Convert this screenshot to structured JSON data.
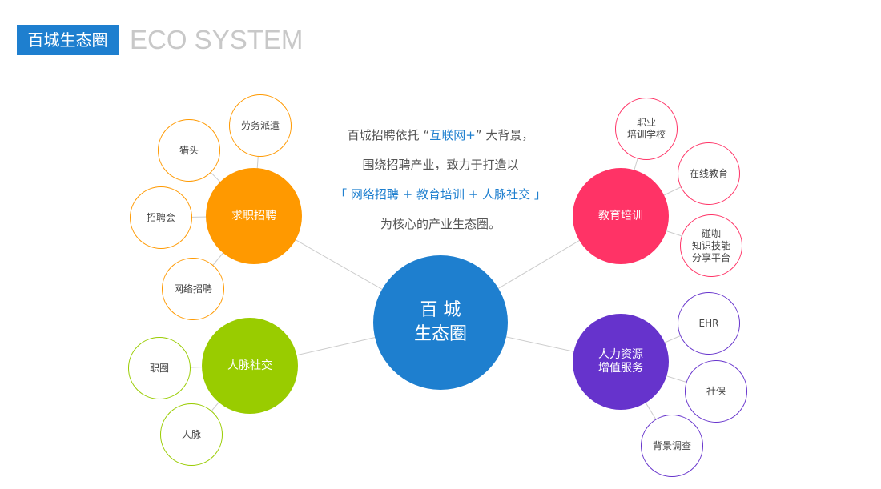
{
  "header": {
    "title_cn": "百城生态圈",
    "title_en": "ECO SYSTEM"
  },
  "intro": {
    "line1_pre": "百城招聘依托 “",
    "line1_hl": "互联网+",
    "line1_post": "” 大背景，",
    "line2": "围绕招聘产业，致力于打造以",
    "line3": "「 网络招聘 + 教育培训 + 人脉社交 」",
    "line4": "为核心的产业生态圈。"
  },
  "center": {
    "line1": "百 城",
    "line2": "生态圈",
    "color": "#1e7fcf"
  },
  "hubs": [
    {
      "label": "求职招聘",
      "color": "#ff9900",
      "children": [
        "劳务派遣",
        "猎头",
        "招聘会",
        "网络招聘"
      ]
    },
    {
      "label": "人脉社交",
      "color": "#99cc00",
      "children": [
        "职圈",
        "人脉"
      ]
    },
    {
      "label": "教育培训",
      "color": "#ff3366",
      "children": [
        "职业\n培训学校",
        "在线教育",
        "碰咖\n知识技能\n分享平台"
      ]
    },
    {
      "label": "人力资源\n增值服务",
      "color": "#6633cc",
      "children": [
        "EHR",
        "社保",
        "背景调查"
      ]
    }
  ]
}
